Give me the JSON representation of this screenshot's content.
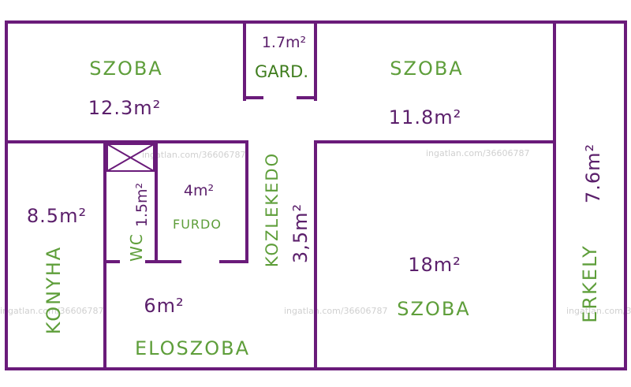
{
  "rooms": {
    "szoba_tl": {
      "name": "SZOBA",
      "area": "12.3m²"
    },
    "gard": {
      "name": "GARD.",
      "area": "1.7m²"
    },
    "szoba_tr": {
      "name": "SZOBA",
      "area": "11.8m²"
    },
    "erkely": {
      "name": "ERKELY",
      "area": "7.6m²"
    },
    "konyha": {
      "name": "KONYHA",
      "area": "8.5m²"
    },
    "wc": {
      "name": "WC",
      "area": "1.5m²"
    },
    "furdo": {
      "name": "FURDO",
      "area": "4m²"
    },
    "kozlekedo": {
      "name": "KOZLEKEDO",
      "area": "3,5m²"
    },
    "szoba_br": {
      "name": "SZOBA",
      "area": "18m²"
    },
    "eloszoba": {
      "name": "ELOSZOBA",
      "area": "6m²"
    }
  },
  "watermark": "ingatlan.com/36606787",
  "colors": {
    "wall": "#6a1b7a",
    "room_name": "#5e9e3a",
    "area": "#5b1f6b"
  }
}
